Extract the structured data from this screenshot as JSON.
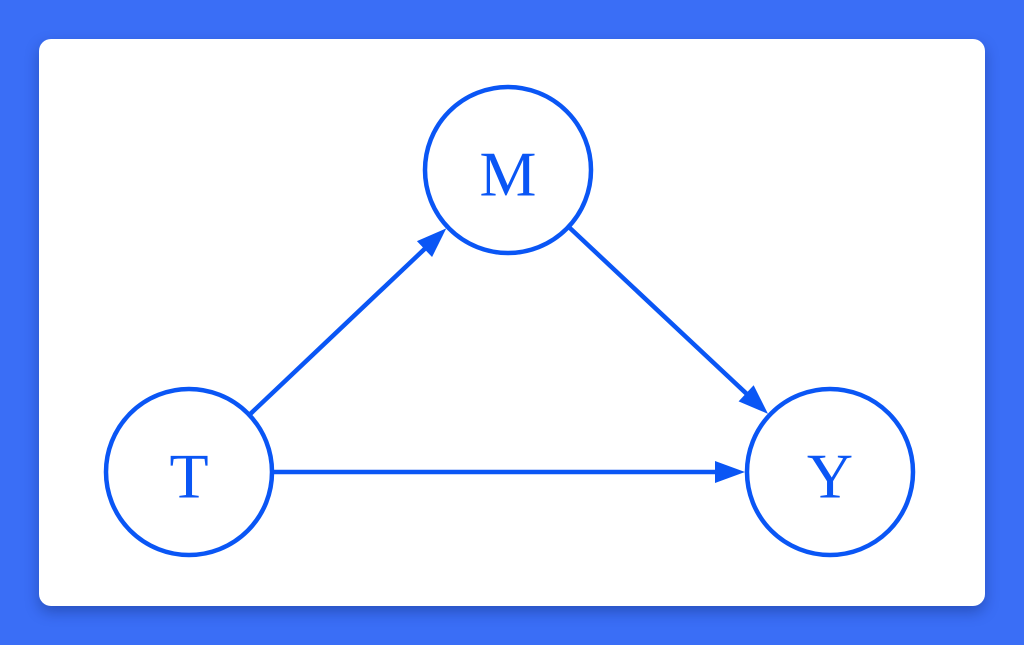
{
  "colors": {
    "background": "#3a6ef6",
    "card": "#ffffff",
    "accent": "#0a56f5"
  },
  "diagram": {
    "nodes": [
      {
        "id": "M",
        "label": "M"
      },
      {
        "id": "T",
        "label": "T"
      },
      {
        "id": "Y",
        "label": "Y"
      }
    ],
    "edges": [
      {
        "from": "T",
        "to": "M"
      },
      {
        "from": "M",
        "to": "Y"
      },
      {
        "from": "T",
        "to": "Y"
      }
    ]
  }
}
